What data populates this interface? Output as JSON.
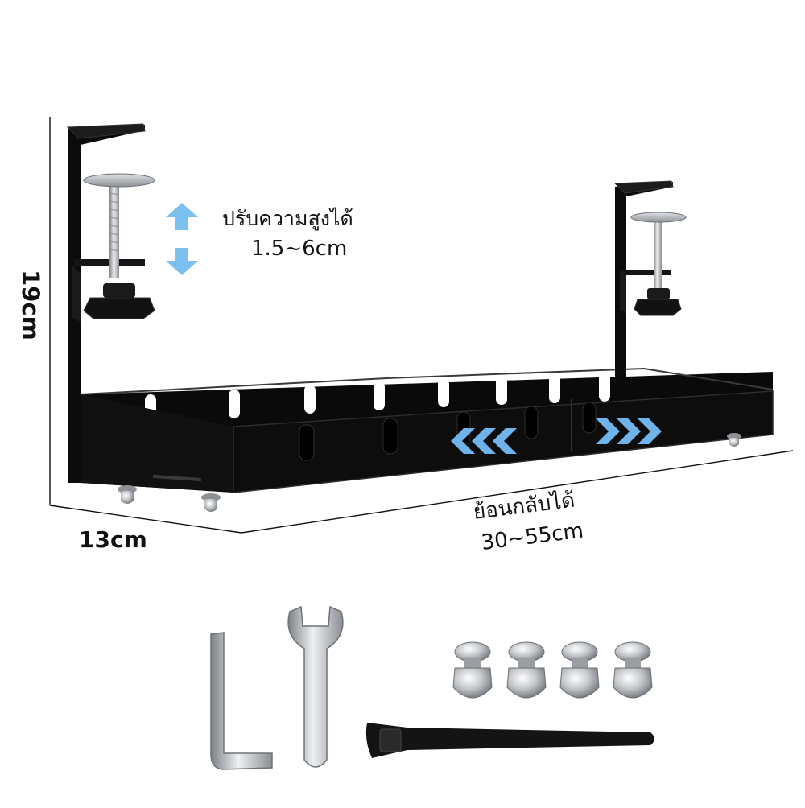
{
  "product": {
    "adjust_height_label": "ปรับความสูงได้",
    "adjust_height_range": "1.5~6cm",
    "height_dimension": "19cm",
    "width_dimension": "13cm",
    "retract_label": "ย้อนกลับได้",
    "retract_range": "30~55cm"
  },
  "accessories": {
    "hex_key": "allen-key",
    "wrench": "wrench",
    "cap_nut_count": 4,
    "cable_strap": "hook-and-loop-strap"
  },
  "colors": {
    "tray": "#0b0b0b",
    "arrow_blue": "#7cc0f0",
    "metal": "#b9bcc0"
  }
}
